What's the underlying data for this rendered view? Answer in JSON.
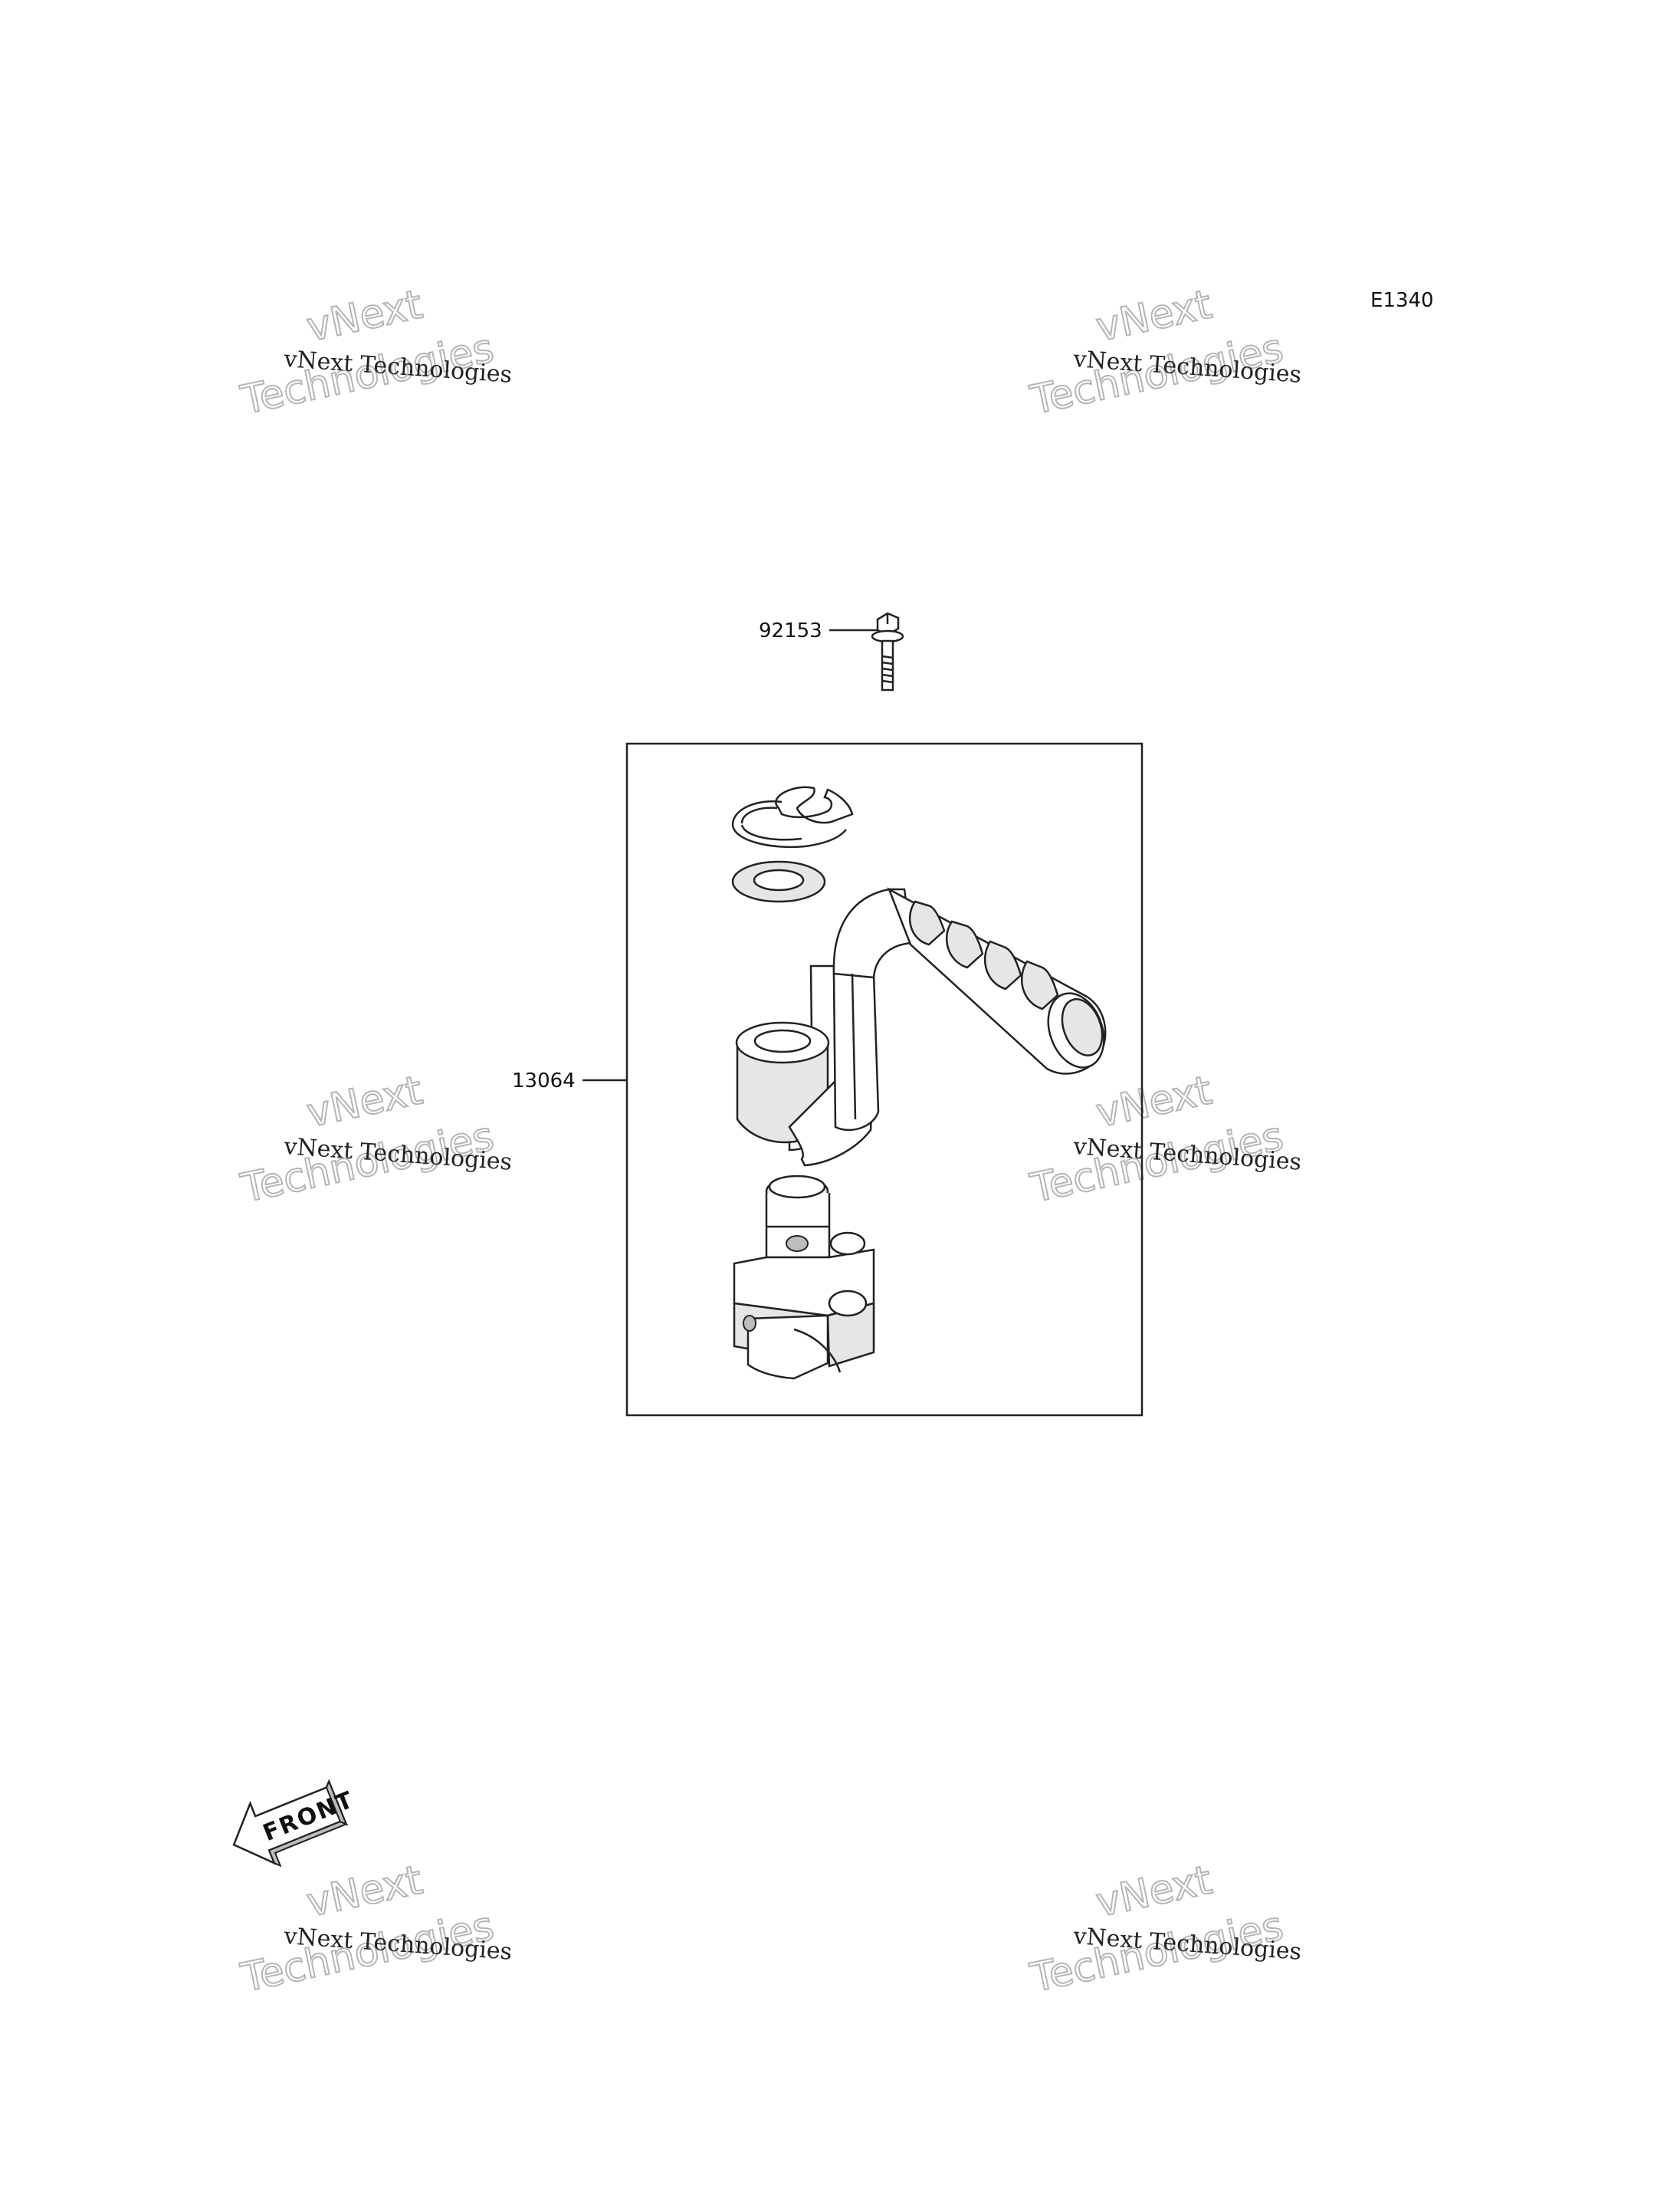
{
  "diagram_code": "E1340",
  "parts": [
    {
      "number": "92153"
    },
    {
      "number": "13064"
    }
  ],
  "front_arrow": {
    "text": "FRONT"
  },
  "watermark": {
    "line_small": "vNext Technologies",
    "line_big_1": "vNext",
    "line_big_2": "Technologies"
  }
}
